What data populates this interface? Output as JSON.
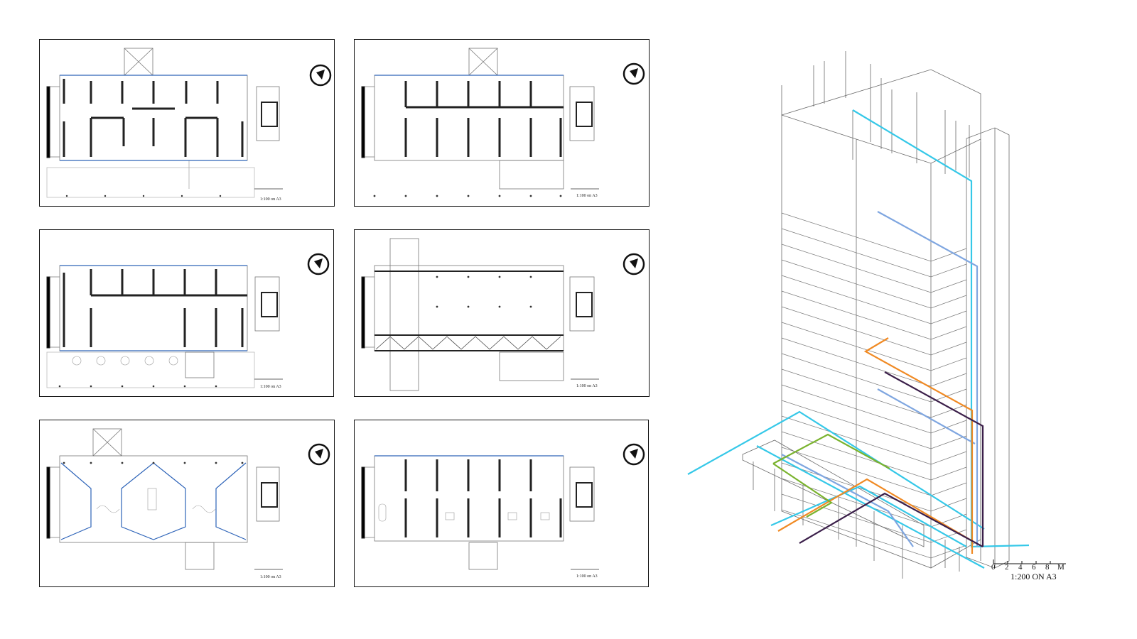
{
  "plans": [
    {
      "id": "plan-1",
      "scale": "1:100 on A3",
      "north": "N"
    },
    {
      "id": "plan-2",
      "scale": "1:100 on A3",
      "north": "N"
    },
    {
      "id": "plan-3",
      "scale": "1:100 on A3",
      "north": "N"
    },
    {
      "id": "plan-4",
      "scale": "1:100 on A3",
      "north": "N"
    },
    {
      "id": "plan-5",
      "scale": "1:100 on A3",
      "north": "N"
    },
    {
      "id": "plan-6",
      "scale": "1:100 on A3",
      "north": "N"
    }
  ],
  "axonometric": {
    "scale_ticks": [
      "0",
      "2",
      "4",
      "6",
      "8",
      "M"
    ],
    "scale_label": "1:200 ON A3",
    "service_colors": {
      "water": "#35c8e8",
      "ventilation": "#7fa6e0",
      "electrical": "#f08a24",
      "drainage": "#3b1f4a",
      "gas": "#7ab32e"
    }
  }
}
